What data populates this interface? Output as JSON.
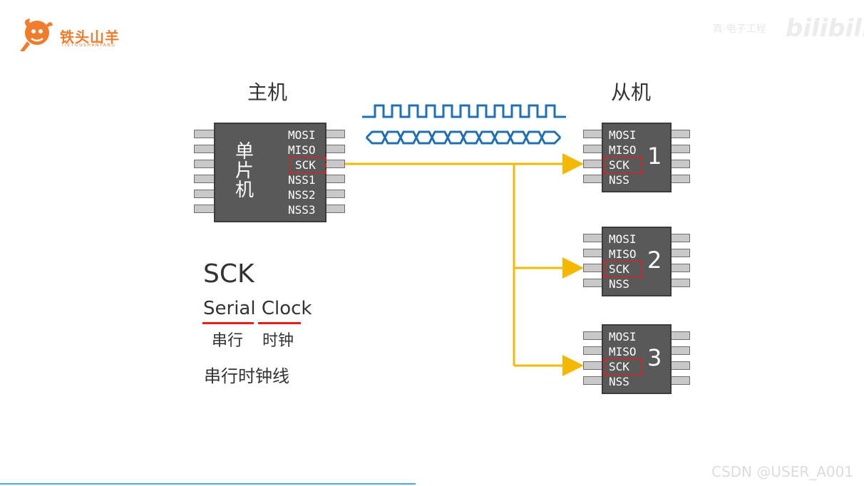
{
  "logo": {
    "name": "铁头山羊",
    "subtitle": "TIETOUSHANYANG"
  },
  "watermark": {
    "top_right_text": "真·电子工程",
    "bilibili": "bilibili",
    "csdn": "CSDN @USER_A001"
  },
  "master": {
    "heading": "主机",
    "chip_label_chars": [
      "单",
      "片",
      "机"
    ],
    "pins": [
      "MOSI",
      "MISO",
      "SCK",
      "NSS1",
      "NSS2",
      "NSS3"
    ]
  },
  "slaves": [
    {
      "number": "1",
      "pins": [
        "MOSI",
        "MISO",
        "SCK",
        "NSS"
      ]
    },
    {
      "number": "2",
      "pins": [
        "MOSI",
        "MISO",
        "SCK",
        "NSS"
      ]
    },
    {
      "number": "3",
      "pins": [
        "MOSI",
        "MISO",
        "SCK",
        "NSS"
      ]
    }
  ],
  "slave_heading": "从机",
  "explanation": {
    "acronym": "SCK",
    "word1": "Serial",
    "word2": "Clock",
    "word1_cn": "串行",
    "word2_cn": "时钟",
    "full_cn": "串行时钟线"
  },
  "colors": {
    "logo": "#f07c2c",
    "chip": "#595959",
    "pin": "#c8c8c8",
    "wire": "#f5b800",
    "highlight": "#e02020",
    "waveform": "#1f6fb5",
    "footer_line": "#4aa6e8"
  },
  "icons": {
    "logo": "goat-head-icon",
    "clock_wave": "square-wave-icon",
    "data_wave": "data-bus-icon"
  }
}
